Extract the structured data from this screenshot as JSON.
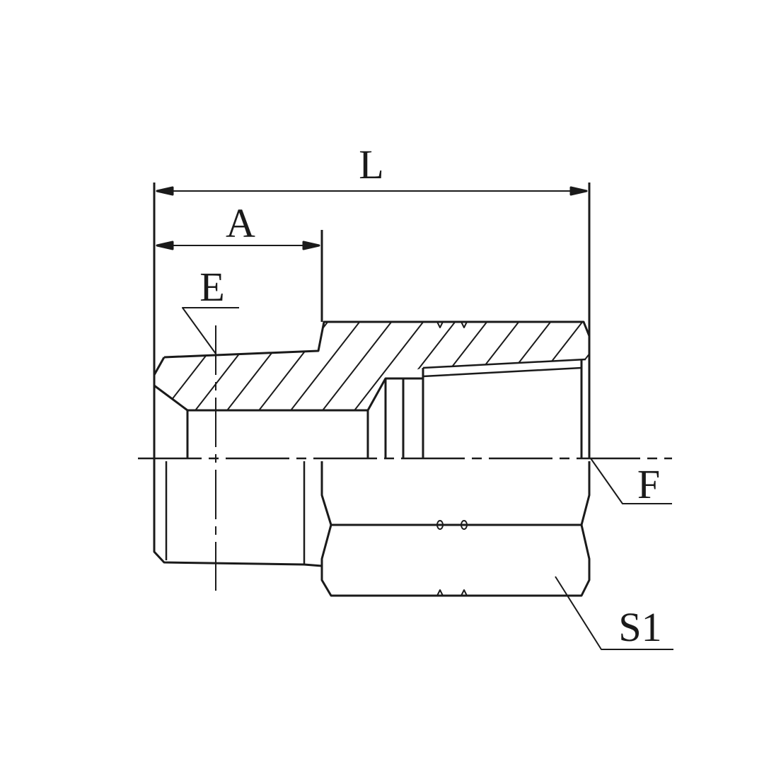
{
  "diagram": {
    "labels": {
      "overall_length": "L",
      "male_length": "A",
      "male_thread": "E",
      "female_thread": "F",
      "hex_size": "S1"
    },
    "line_color": "#1a1a1a"
  }
}
